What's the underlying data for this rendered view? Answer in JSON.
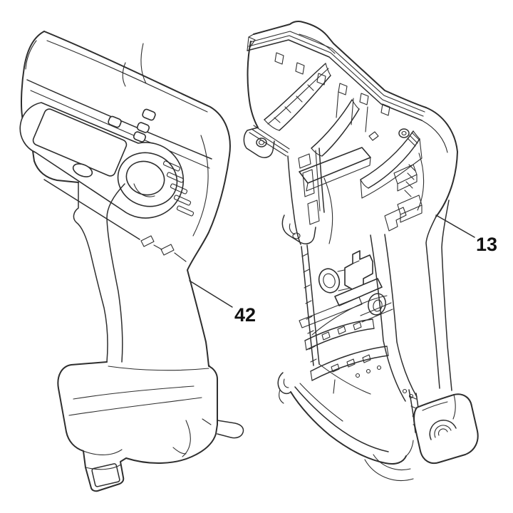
{
  "page": {
    "background_color": "#ffffff",
    "kind": "parts-catalog-line-drawing"
  },
  "diagram": {
    "line_color": "#2e2e2e",
    "label_text_color": "#111111",
    "parts": [
      {
        "label": "42"
      },
      {
        "label": "13"
      }
    ]
  }
}
